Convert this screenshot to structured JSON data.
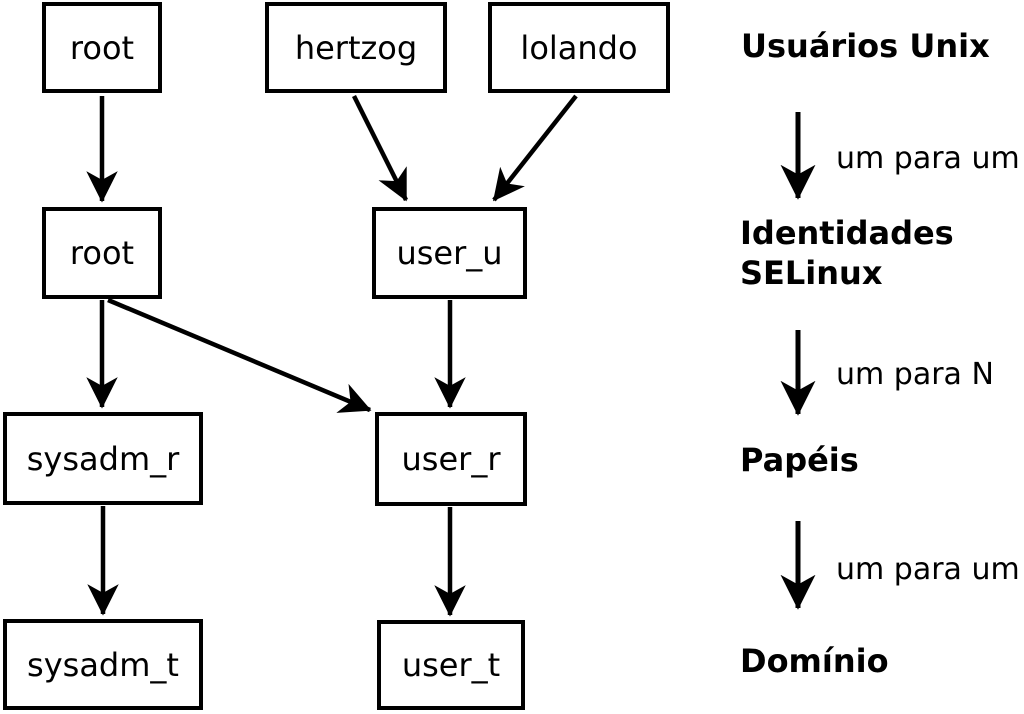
{
  "colors": {
    "foreground": "#000000",
    "background": "#ffffff"
  },
  "boxes": {
    "unix_root": "root",
    "unix_hertzog": "hertzog",
    "unix_lolando": "lolando",
    "selinux_root": "root",
    "selinux_user_u": "user_u",
    "role_sysadm_r": "sysadm_r",
    "role_user_r": "user_r",
    "domain_sysadm_t": "sysadm_t",
    "domain_user_t": "user_t"
  },
  "legend": {
    "unix_users": "Usuários Unix",
    "mapping_users_to_identities": "um para um",
    "identities_line1": "Identidades",
    "identities_line2": "SELinux",
    "mapping_identities_to_roles": "um para N",
    "roles": "Papéis",
    "mapping_roles_to_domain": "um para um",
    "domain": "Domínio"
  }
}
